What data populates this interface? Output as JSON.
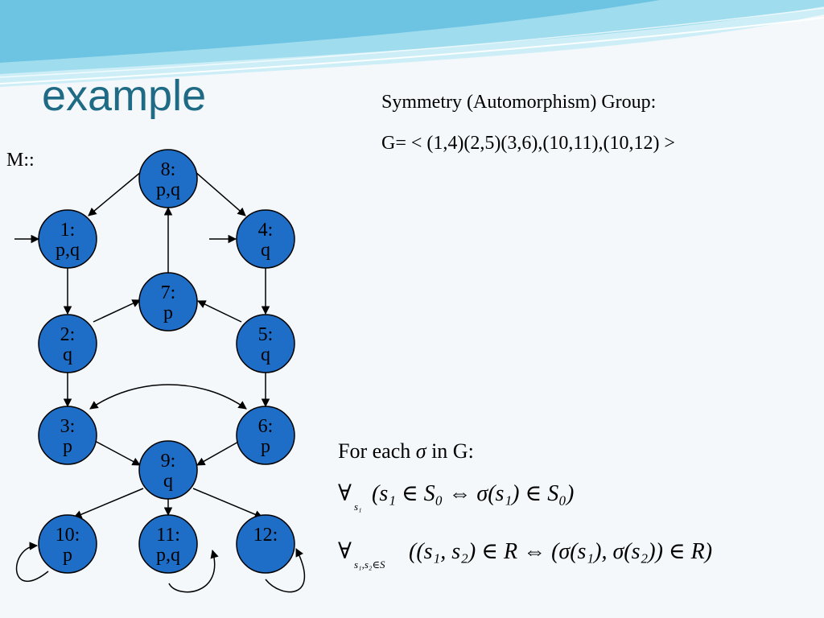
{
  "slide": {
    "title": "example",
    "model_label": "M::",
    "group_heading": "Symmetry (Automorphism) Group:",
    "group_generators": "G= < (1,4)(2,5)(3,6),(10,11),(10,12) >",
    "for_each_prefix": "For each",
    "for_each_symbol": "σ",
    "for_each_suffix": "in G:",
    "formula1": {
      "quantifier": "∀",
      "subscript": "s₁",
      "body": "(s₁ ∈ S₀ ⇔ σ(s₁) ∈ S₀)"
    },
    "formula2": {
      "quantifier": "∀",
      "subscript": "s₁,s₂∈S",
      "body": "((s₁, s₂) ∈ R ⇔ (σ(s₁), σ(s₂)) ∈ R)"
    }
  },
  "colors": {
    "node_fill": "#1e6ec8",
    "node_stroke": "#000000",
    "title": "#1f6b86",
    "wave_light": "#bfe8f4",
    "wave_mid": "#7fd0e8"
  },
  "nodes": [
    {
      "id": "8",
      "line1": "8:",
      "line2": "p,q"
    },
    {
      "id": "1",
      "line1": "1:",
      "line2": "p,q"
    },
    {
      "id": "4",
      "line1": "4:",
      "line2": "q"
    },
    {
      "id": "7",
      "line1": "7:",
      "line2": "p"
    },
    {
      "id": "2",
      "line1": "2:",
      "line2": "q"
    },
    {
      "id": "5",
      "line1": "5:",
      "line2": "q"
    },
    {
      "id": "3",
      "line1": "3:",
      "line2": "p"
    },
    {
      "id": "6",
      "line1": "6:",
      "line2": "p"
    },
    {
      "id": "9",
      "line1": "9:",
      "line2": "q"
    },
    {
      "id": "10",
      "line1": "10:",
      "line2": "p"
    },
    {
      "id": "11",
      "line1": "11:",
      "line2": "p,q"
    },
    {
      "id": "12",
      "line1": "12:",
      "line2": ""
    }
  ]
}
